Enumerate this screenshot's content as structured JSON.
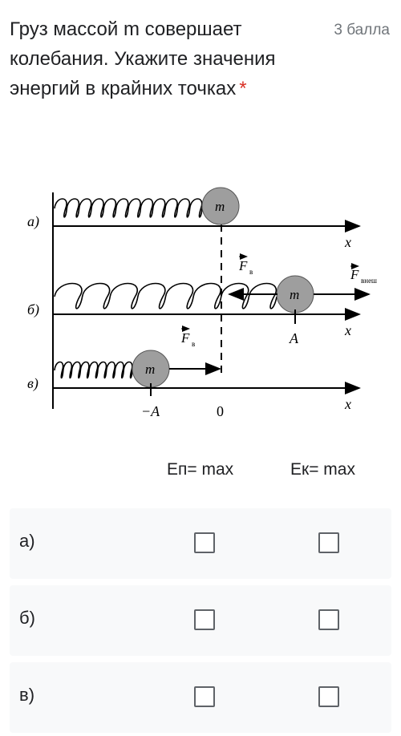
{
  "question": {
    "title": "Груз массой m совершает колебания. Укажите значения энергий в крайних точках",
    "required_mark": "*",
    "points": "3 балла"
  },
  "figure": {
    "mass_label": "m",
    "row_labels": [
      "а)",
      "б)",
      "в)"
    ],
    "axis_label": "x",
    "force_spring": "F",
    "force_spring_sub": "в",
    "force_ext": "F",
    "force_ext_sub": "внеш",
    "tick_A": "A",
    "tick_minus_A": "−A",
    "tick_zero": "0"
  },
  "columns": [
    "Еп= max",
    "Ек= max"
  ],
  "rows": [
    {
      "label": "а)",
      "checked": [
        false,
        false
      ]
    },
    {
      "label": "б)",
      "checked": [
        false,
        false
      ]
    },
    {
      "label": "в)",
      "checked": [
        false,
        false
      ]
    }
  ]
}
